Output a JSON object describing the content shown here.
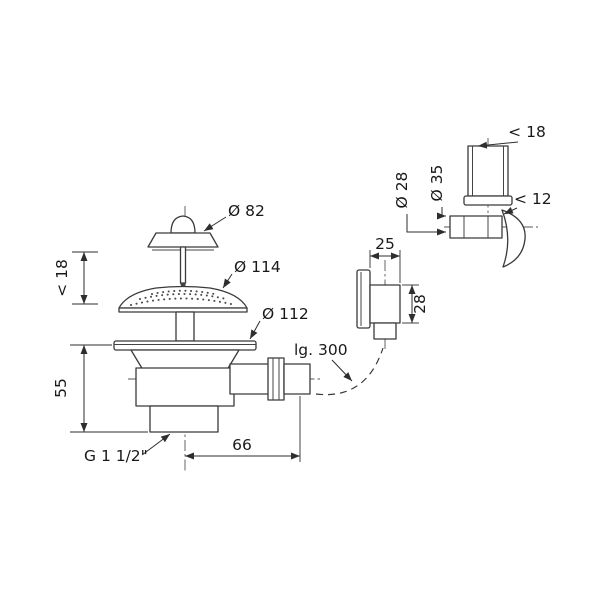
{
  "drawing": {
    "main_assembly": {
      "dia_plug": "Ø 82",
      "dia_strainer": "Ø 114",
      "dia_flange": "Ø 112",
      "max_deck": "< 18",
      "height": "55",
      "thread": "G 1 1/2\"",
      "outlet_offset": "66"
    },
    "hose": {
      "length": "lg. 300"
    },
    "wall_fitting": {
      "width": "25",
      "height": "28"
    },
    "overflow": {
      "max_panel": "< 18",
      "dia_inner": "Ø 28",
      "dia_outer": "Ø 35",
      "max_thickness": "< 12"
    }
  }
}
